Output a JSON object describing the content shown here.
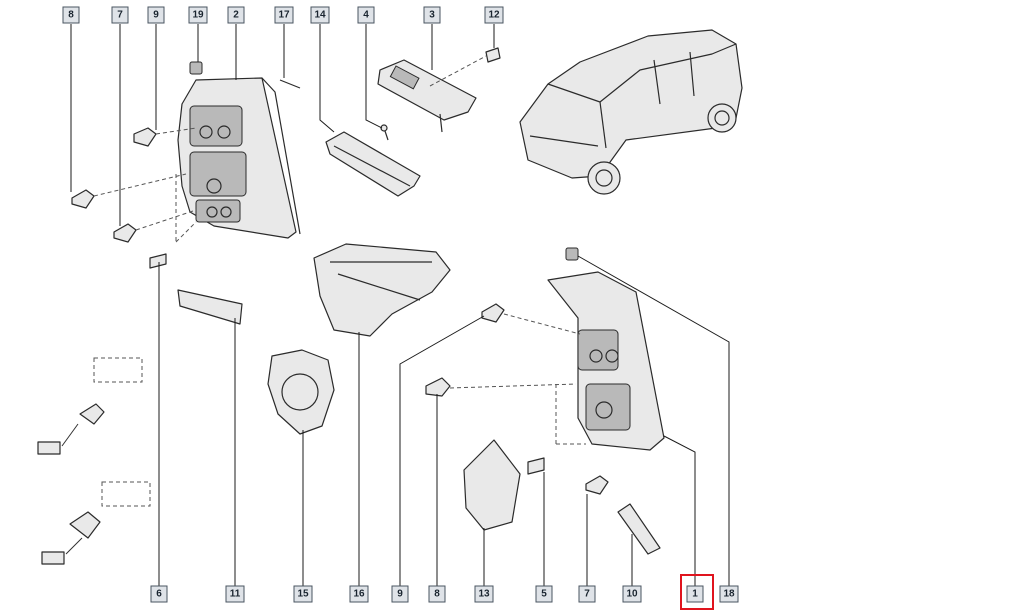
{
  "callouts": {
    "c8": "8",
    "c7": "7",
    "c9": "9",
    "c19": "19",
    "c2": "2",
    "c17": "17",
    "c14": "14",
    "c4": "4",
    "c3": "3",
    "c12": "12",
    "b6": "6",
    "b11": "11",
    "b15": "15",
    "b16": "16",
    "b9": "9",
    "b8": "8",
    "b13": "13",
    "b5": "5",
    "b7": "7",
    "b10": "10",
    "b1": "1",
    "b18": "18"
  },
  "highlight": {
    "part": "1",
    "color": "#e0141e"
  }
}
